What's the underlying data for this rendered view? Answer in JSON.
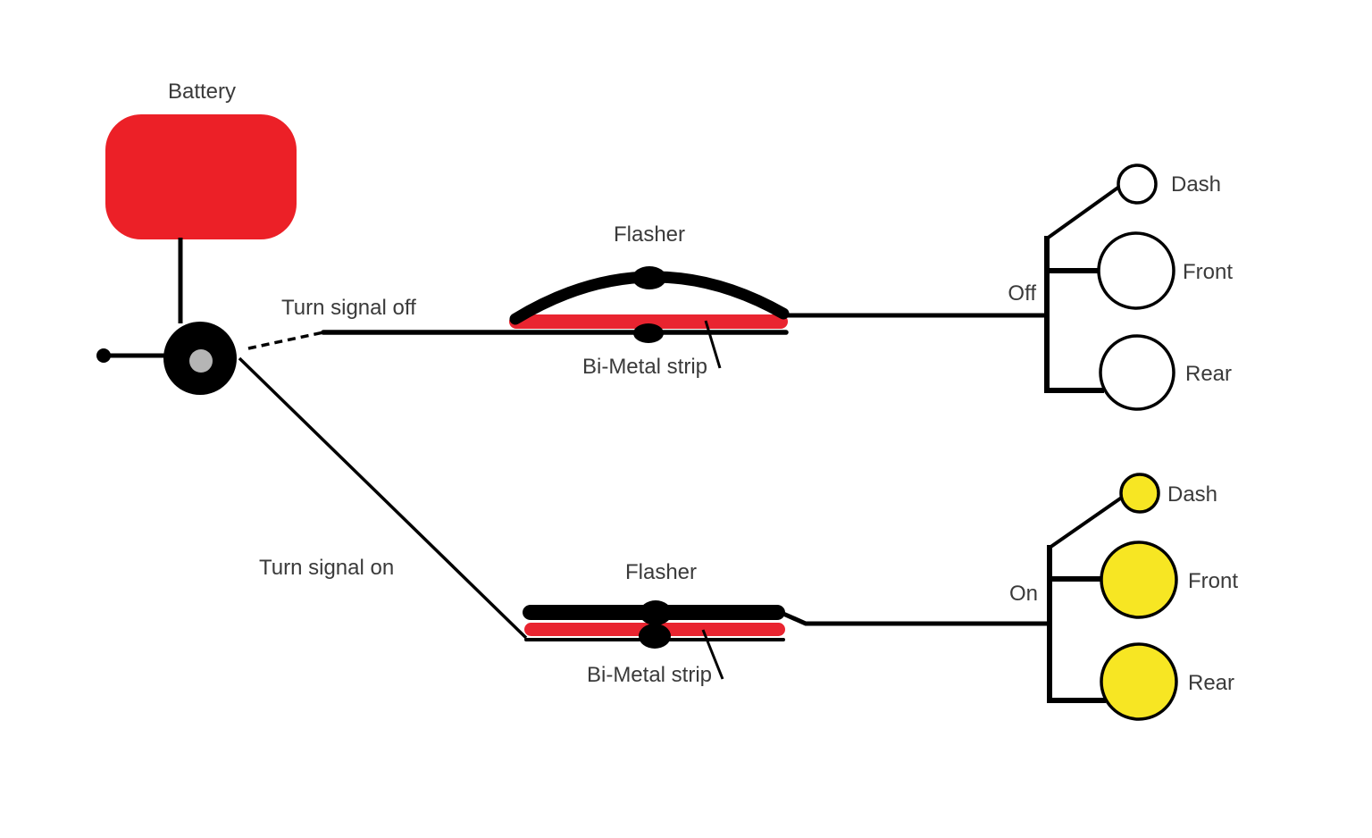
{
  "diagram": {
    "subject": "turn-signal-flasher-circuit"
  },
  "colors": {
    "battery_red": "#ec2027",
    "strip_red": "#e92430",
    "lamp_on_yellow": "#f7e623",
    "lamp_off_white": "#ffffff",
    "switch_hub_gray": "#b5b5b5",
    "wire_black": "#000000",
    "label_text": "#3a3a3a"
  },
  "battery": {
    "label": "Battery"
  },
  "off_branch": {
    "wire_label": "Turn signal off",
    "flasher_label": "Flasher",
    "bimetal_label": "Bi-Metal strip",
    "state_label": "Off",
    "lamps": [
      {
        "label": "Dash",
        "state": "off"
      },
      {
        "label": "Front",
        "state": "off"
      },
      {
        "label": "Rear",
        "state": "off"
      }
    ]
  },
  "on_branch": {
    "wire_label": "Turn signal on",
    "flasher_label": "Flasher",
    "bimetal_label": "Bi-Metal strip",
    "state_label": "On",
    "lamps": [
      {
        "label": "Dash",
        "state": "on"
      },
      {
        "label": "Front",
        "state": "on"
      },
      {
        "label": "Rear",
        "state": "on"
      }
    ]
  }
}
